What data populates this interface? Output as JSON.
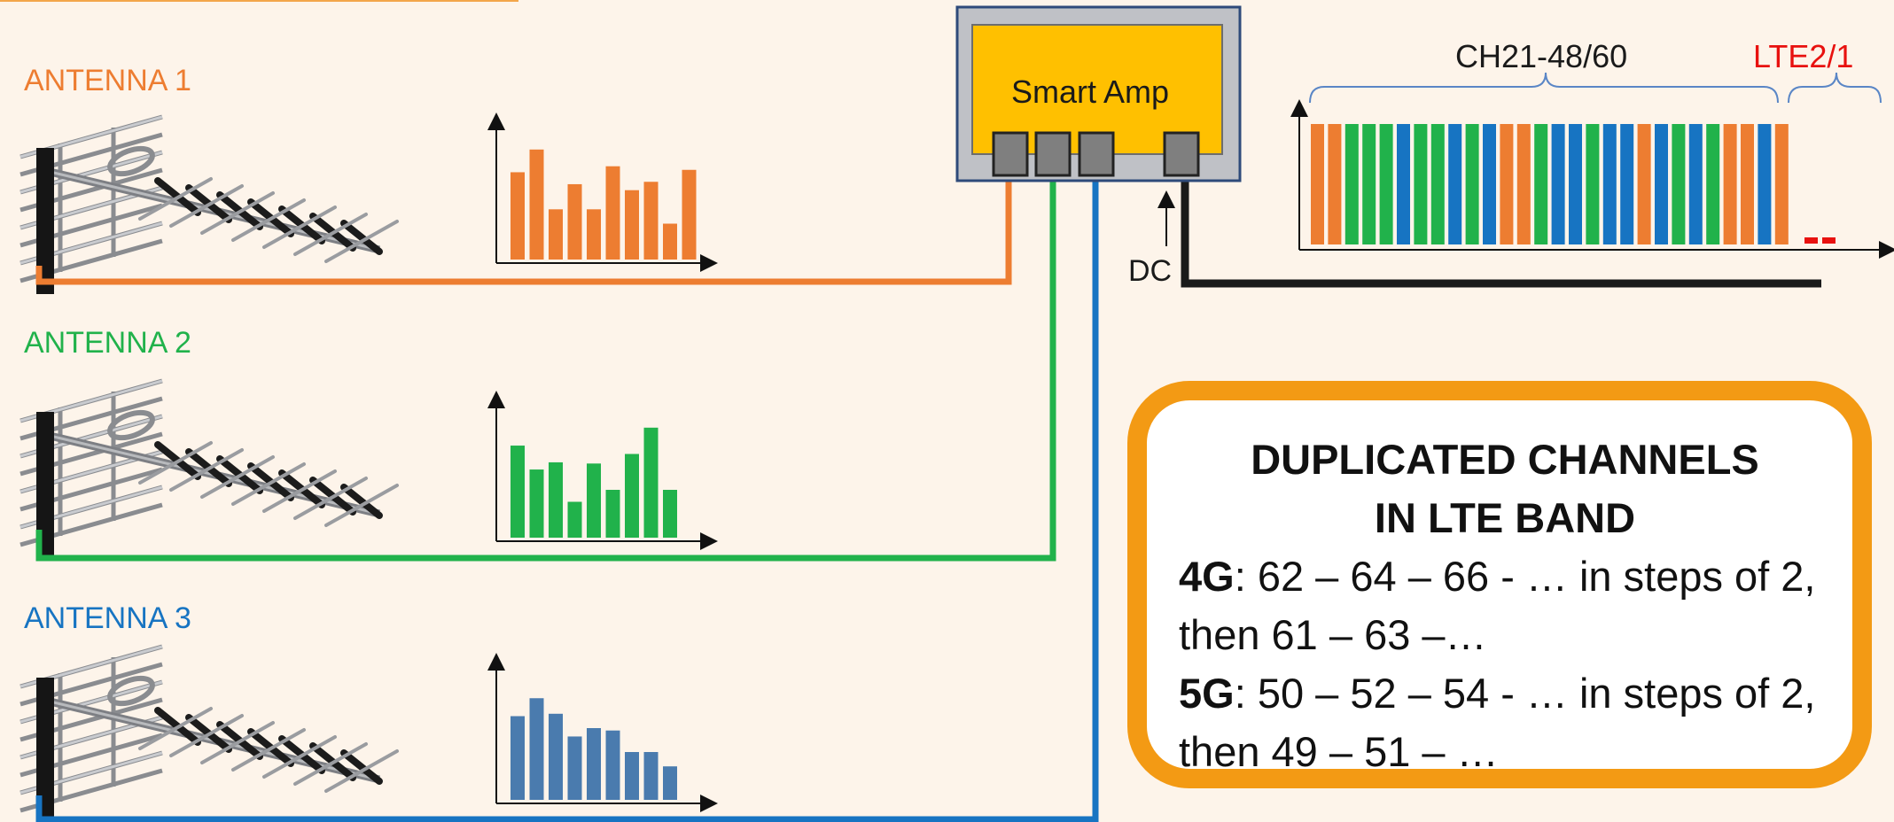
{
  "colors": {
    "background": "#fdf4ea",
    "orange": "#ed7d31",
    "green": "#21b24b",
    "blue": "#1774c2",
    "steel_blue": "#4a7bae",
    "amp_yellow": "#ffc000",
    "amp_grey": "#bfc1c6",
    "lte_red": "#e8110f",
    "box_border": "#f39a14"
  },
  "antennas": [
    {
      "label": "ANTENNA 1",
      "color": "#ed7d31",
      "icon": "yagi-antenna-icon",
      "spectrum": [
        0.73,
        0.92,
        0.42,
        0.63,
        0.42,
        0.78,
        0.58,
        0.65,
        0.3,
        0.75
      ]
    },
    {
      "label": "ANTENNA 2",
      "color": "#21b24b",
      "icon": "yagi-antenna-icon",
      "spectrum": [
        0.77,
        0.57,
        0.63,
        0.3,
        0.62,
        0.4,
        0.7,
        0.92,
        0.4
      ]
    },
    {
      "label": "ANTENNA 3",
      "color": "#1774c2",
      "bar_color": "#4a7bae",
      "icon": "yagi-antenna-icon",
      "spectrum": [
        0.7,
        0.85,
        0.72,
        0.53,
        0.6,
        0.58,
        0.4,
        0.4,
        0.28
      ]
    }
  ],
  "amplifier": {
    "label": "Smart Amp",
    "inputs": 3,
    "output": 1
  },
  "dc_label": "DC",
  "output_spectrum": {
    "group_labels": {
      "main": "CH21-48/60",
      "lte": "LTE2/1"
    },
    "bars": [
      "orange",
      "orange",
      "green",
      "green",
      "green",
      "blue",
      "green",
      "green",
      "blue",
      "green",
      "blue",
      "orange",
      "orange",
      "green",
      "blue",
      "blue",
      "green",
      "blue",
      "blue",
      "orange",
      "blue",
      "green",
      "blue",
      "green",
      "orange",
      "orange",
      "blue",
      "orange"
    ],
    "lte_bars": 2
  },
  "info": {
    "title_line1": "DUPLICATED CHANNELS",
    "title_line2": "IN LTE BAND",
    "l1_key": "4G",
    "l1_text": ": 62 – 64 – 66 - … in steps of 2,",
    "l2_text": "then 61 – 63 –…",
    "l3_key": "5G",
    "l3_text": ": 50 – 52 – 54 - … in steps of 2,",
    "l4_text": "then 49 – 51 – …"
  }
}
